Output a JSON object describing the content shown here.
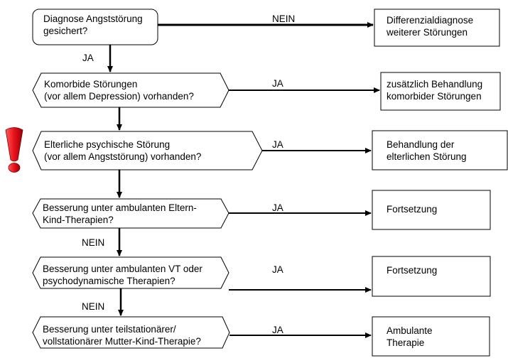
{
  "decisions": [
    {
      "lines": [
        "Diagnose Angststörung",
        "gesichert?"
      ]
    },
    {
      "lines": [
        "Komorbide Störungen",
        "(vor allem Depression) vorhanden?"
      ]
    },
    {
      "lines": [
        "Elterliche psychische Störung",
        "(vor allem Angststörung) vorhanden?"
      ]
    },
    {
      "lines": [
        "Besserung unter ambulanten Eltern-",
        "Kind-Therapien?"
      ]
    },
    {
      "lines": [
        "Besserung unter ambulanten VT oder",
        "psychodynamische Therapien?"
      ]
    },
    {
      "lines": [
        "Besserung unter teilstationärer/",
        "vollstationärer Mutter-Kind-Therapie?"
      ]
    }
  ],
  "outcomes": [
    {
      "lines": [
        "Differenzialdiagnose",
        "weiterer Störungen"
      ]
    },
    {
      "lines": [
        "zusätzlich Behandlung",
        "komorbider Störungen"
      ]
    },
    {
      "lines": [
        "Behandlung der",
        "elterlichen Störung"
      ]
    },
    {
      "lines": [
        "Fortsetzung"
      ]
    },
    {
      "lines": [
        "Fortsetzung"
      ]
    },
    {
      "lines": [
        "Ambulante",
        "Therapie"
      ]
    }
  ],
  "edge_labels": {
    "right": [
      "NEIN",
      "JA",
      "JA",
      "JA",
      "JA",
      "JA"
    ],
    "down": [
      "JA",
      "NEIN",
      "NEIN"
    ]
  },
  "warning_icon": "exclamation-icon",
  "warning_color": "#e8101a"
}
